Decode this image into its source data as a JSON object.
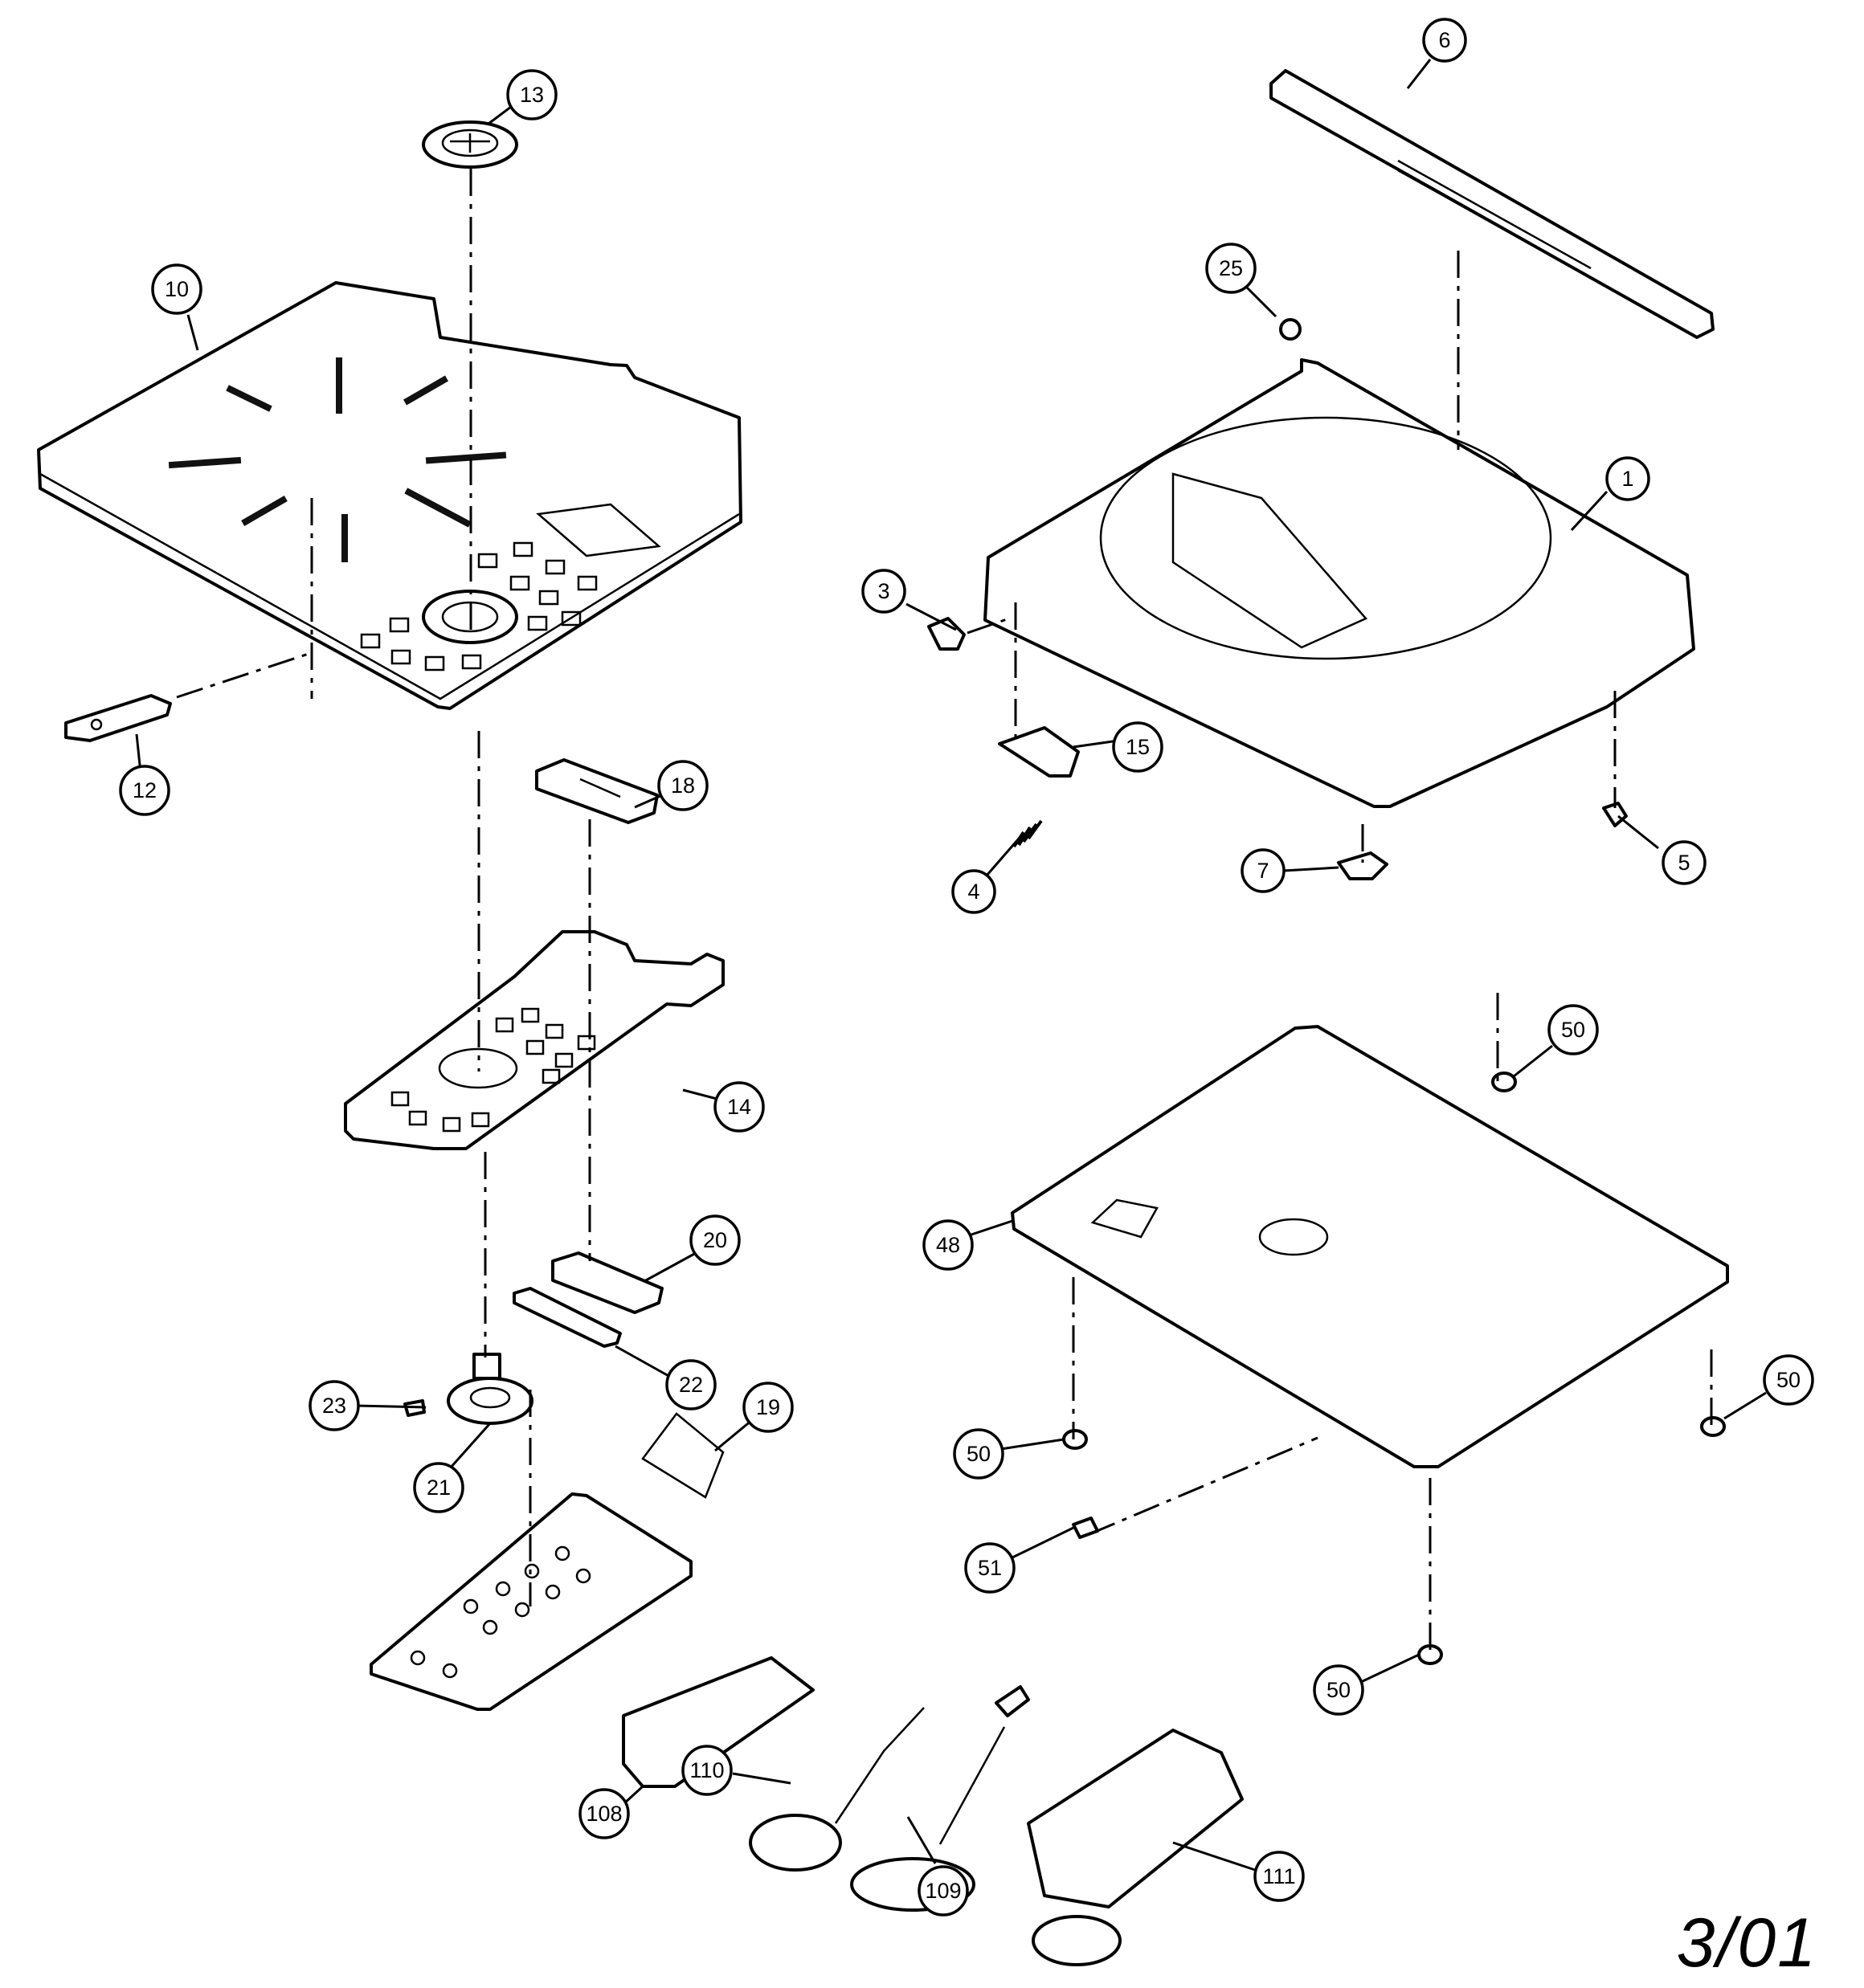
{
  "page_ref": "3/01",
  "callouts": [
    {
      "id": "c1",
      "text": "1"
    },
    {
      "id": "c3",
      "text": "3"
    },
    {
      "id": "c4",
      "text": "4"
    },
    {
      "id": "c5",
      "text": "5"
    },
    {
      "id": "c6",
      "text": "6"
    },
    {
      "id": "c7",
      "text": "7"
    },
    {
      "id": "c10",
      "text": "10"
    },
    {
      "id": "c12",
      "text": "12"
    },
    {
      "id": "c13",
      "text": "13"
    },
    {
      "id": "c14",
      "text": "14"
    },
    {
      "id": "c15",
      "text": "15"
    },
    {
      "id": "c18",
      "text": "18"
    },
    {
      "id": "c19",
      "text": "19"
    },
    {
      "id": "c20",
      "text": "20"
    },
    {
      "id": "c21",
      "text": "21"
    },
    {
      "id": "c22",
      "text": "22"
    },
    {
      "id": "c23",
      "text": "23"
    },
    {
      "id": "c25",
      "text": "25"
    },
    {
      "id": "c48",
      "text": "48"
    },
    {
      "id": "c50a",
      "text": "50"
    },
    {
      "id": "c50b",
      "text": "50"
    },
    {
      "id": "c50c",
      "text": "50"
    },
    {
      "id": "c50d",
      "text": "50"
    },
    {
      "id": "c51",
      "text": "51"
    },
    {
      "id": "c108",
      "text": "108"
    },
    {
      "id": "c109",
      "text": "109"
    },
    {
      "id": "c110",
      "text": "110"
    },
    {
      "id": "c111",
      "text": "111"
    }
  ]
}
